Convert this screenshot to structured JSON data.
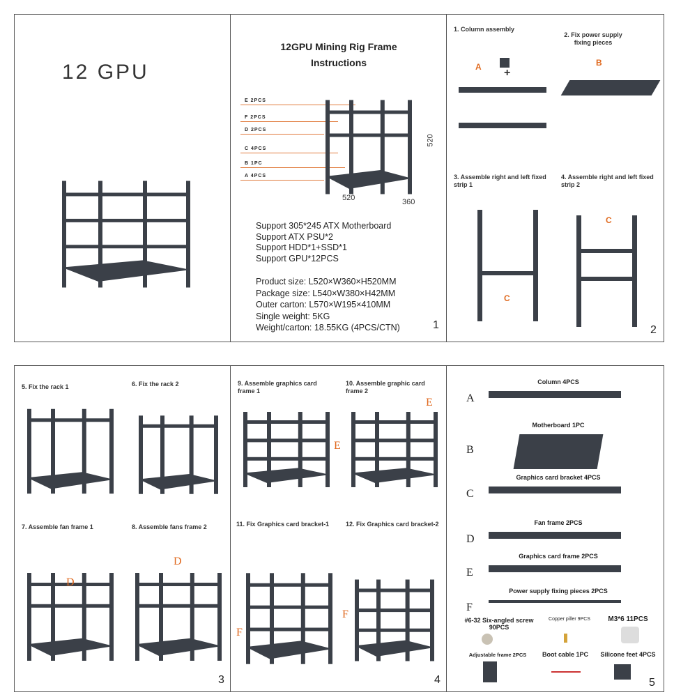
{
  "cover": {
    "title": "12 GPU"
  },
  "page1": {
    "title_line1": "12GPU Mining Rig Frame",
    "title_line2": "Instructions",
    "diagram_labels": [
      "E 2PCS",
      "F 2PCS",
      "D 2PCS",
      "C 4PCS",
      "B 1PC",
      "A 4PCS"
    ],
    "dims": {
      "length": "520",
      "width": "360",
      "height": "520"
    },
    "support": [
      "Support 305*245 ATX Motherboard",
      "Support ATX PSU*2",
      "Support HDD*1+SSD*1",
      "Support GPU*12PCS"
    ],
    "specs": [
      "Product size: L520×W360×H520MM",
      "Package size: L540×W380×H42MM",
      "Outer carton: L570×W195×410MM",
      "Single weight: 5KG",
      "Weight/carton: 18.55KG (4PCS/CTN)"
    ],
    "page_number": "1"
  },
  "page2": {
    "steps": [
      "1. Column assembly",
      "2. Fix power supply fixing pieces",
      "3. Assemble right and left fixed strip 1",
      "4. Assemble right and left fixed strip 2"
    ],
    "callouts": [
      "A",
      "B",
      "C",
      "C"
    ],
    "page_number": "2"
  },
  "page3": {
    "steps": [
      "5. Fix the rack 1",
      "6. Fix the rack 2",
      "7. Assemble fan frame 1",
      "8. Assemble fans frame 2"
    ],
    "callouts": [
      "D",
      "D"
    ],
    "page_number": "3"
  },
  "page4": {
    "steps": [
      "9. Assemble graphics card frame 1",
      "10. Assemble graphic card frame 2",
      "11. Fix Graphics card bracket-1",
      "12. Fix Graphics card bracket-2"
    ],
    "callouts": [
      "E",
      "E",
      "F",
      "F"
    ],
    "page_number": "4"
  },
  "page5": {
    "parts": [
      {
        "letter": "A",
        "name": "Column 4PCS"
      },
      {
        "letter": "B",
        "name": "Motherboard 1PC"
      },
      {
        "letter": "C",
        "name": "Graphics card bracket 4PCS"
      },
      {
        "letter": "D",
        "name": "Fan frame 2PCS"
      },
      {
        "letter": "E",
        "name": "Graphics card frame 2PCS"
      },
      {
        "letter": "F",
        "name": "Power supply fixing pieces 2PCS"
      }
    ],
    "accessories": [
      "#6-32 Six-angled screw 90PCS",
      "Copper piller 9PCS",
      "M3*6 11PCS",
      "Adjustable frame 2PCS",
      "Boot cable 1PC",
      "Silicone feet 4PCS"
    ],
    "page_number": "5"
  },
  "colors": {
    "accent": "#e06a20",
    "frame": "#3b4048"
  }
}
